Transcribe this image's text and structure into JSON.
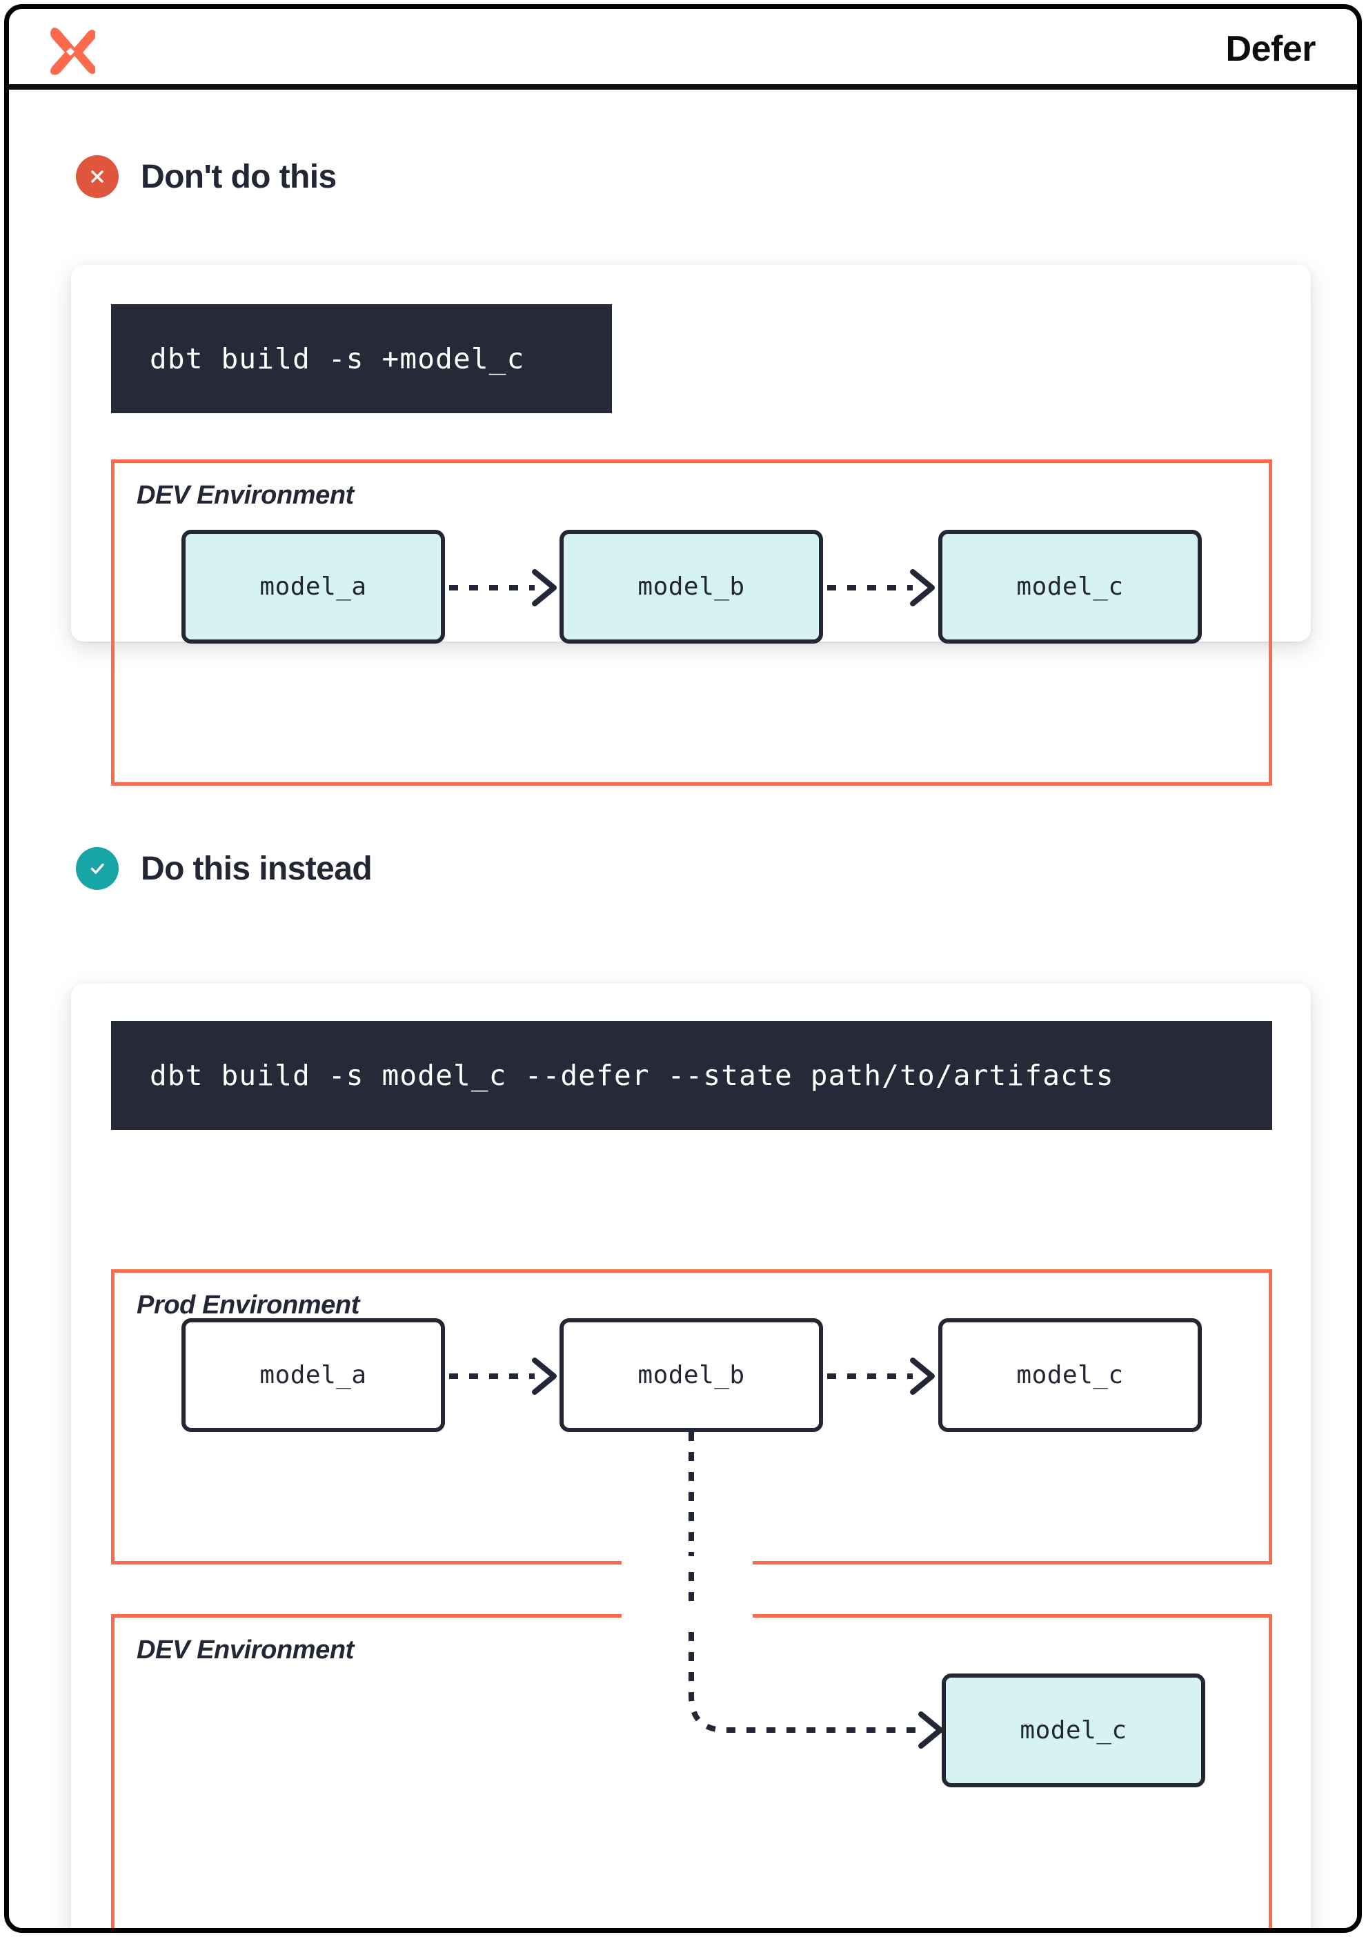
{
  "header": {
    "title": "Defer",
    "logo_icon": "dbt-logo-icon",
    "logo_color": "#FC6A4D"
  },
  "theme": {
    "accent_orange": "#FC6A4D",
    "bad_badge": "#E0563C",
    "good_badge": "#18A5A5",
    "dark": "#232735",
    "code_bg": "#262A38",
    "dev_node_fill": "#D7F2F2",
    "prod_node_fill": "#FFFFFF"
  },
  "sections": [
    {
      "id": "dont-do-this",
      "badge_icon": "x-circle-icon",
      "title": "Don't do this",
      "command": "dbt build -s +model_c",
      "environments": [
        {
          "id": "dev",
          "label": "DEV Environment",
          "node_style": "dev",
          "nodes": [
            "model_a",
            "model_b",
            "model_c"
          ]
        }
      ]
    },
    {
      "id": "do-this-instead",
      "badge_icon": "check-circle-icon",
      "title": "Do this instead",
      "command": "dbt build -s model_c --defer --state path/to/artifacts",
      "environments": [
        {
          "id": "prod",
          "label": "Prod Environment",
          "node_style": "prod",
          "nodes": [
            "model_a",
            "model_b",
            "model_c"
          ]
        },
        {
          "id": "dev",
          "label": "DEV Environment",
          "node_style": "dev",
          "nodes": [
            "model_c"
          ]
        }
      ]
    }
  ]
}
